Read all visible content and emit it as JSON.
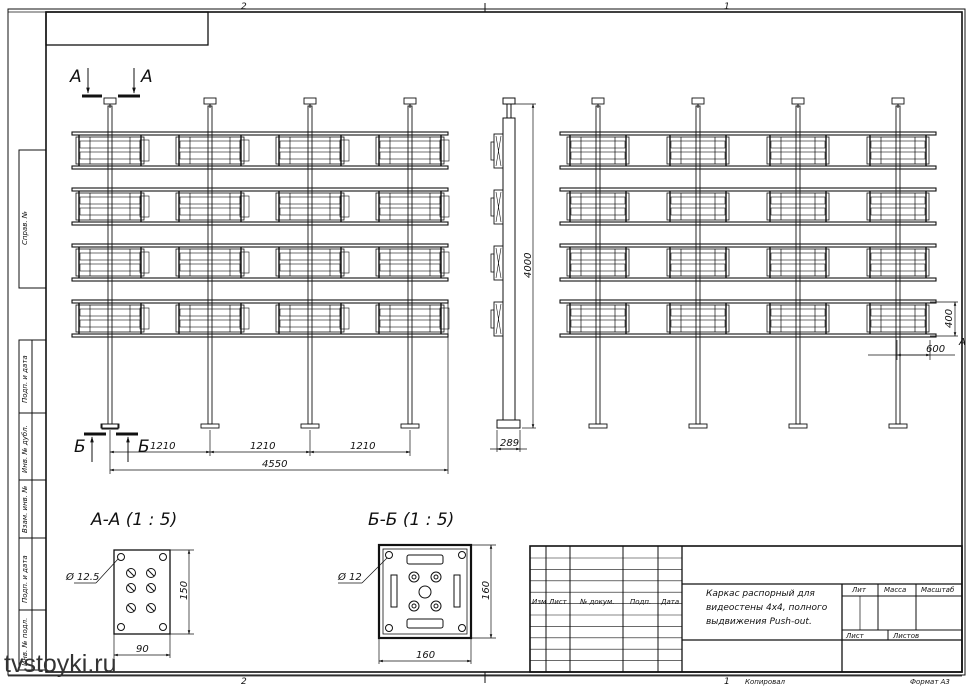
{
  "zone_numbers": {
    "top_left": "2",
    "top_right": "1",
    "bottom_left": "2",
    "bottom_right": "1"
  },
  "left_strip": [
    "Справ. №",
    "Подп. и дата",
    "Инв. № дубл.",
    "Взам. инв. №",
    "Подп. и дата",
    "Инв. № подл."
  ],
  "section_marks": {
    "a": "А",
    "b": "Б"
  },
  "dimensions": {
    "span_1": "1210",
    "span_2": "1210",
    "span_3": "1210",
    "total_width": "4550",
    "height": "4000",
    "depth": "289",
    "row_step": "400",
    "col_step": "600",
    "side_mark": "А"
  },
  "section_a": {
    "title": "А-А (1 : 5)",
    "hole": "Ø 12.5",
    "height": "150",
    "width": "90"
  },
  "section_b": {
    "title": "Б-Б (1 : 5)",
    "hole": "Ø 12",
    "height": "160",
    "width": "160"
  },
  "title_block": {
    "headers": [
      "Изм",
      "Лист",
      "№ докум.",
      "Подп.",
      "Дата"
    ],
    "name_lines": [
      "Каркас распорный для",
      "видеостены 4х4, полного",
      "выдвижения Push-out."
    ],
    "lit": "Лит",
    "mass": "Масса",
    "scale": "Масштаб",
    "sheet": "Лист",
    "sheets": "Листов"
  },
  "footer": {
    "copied": "Копировал",
    "format": "Формат А3"
  },
  "watermark": "tvstoyki.ru"
}
